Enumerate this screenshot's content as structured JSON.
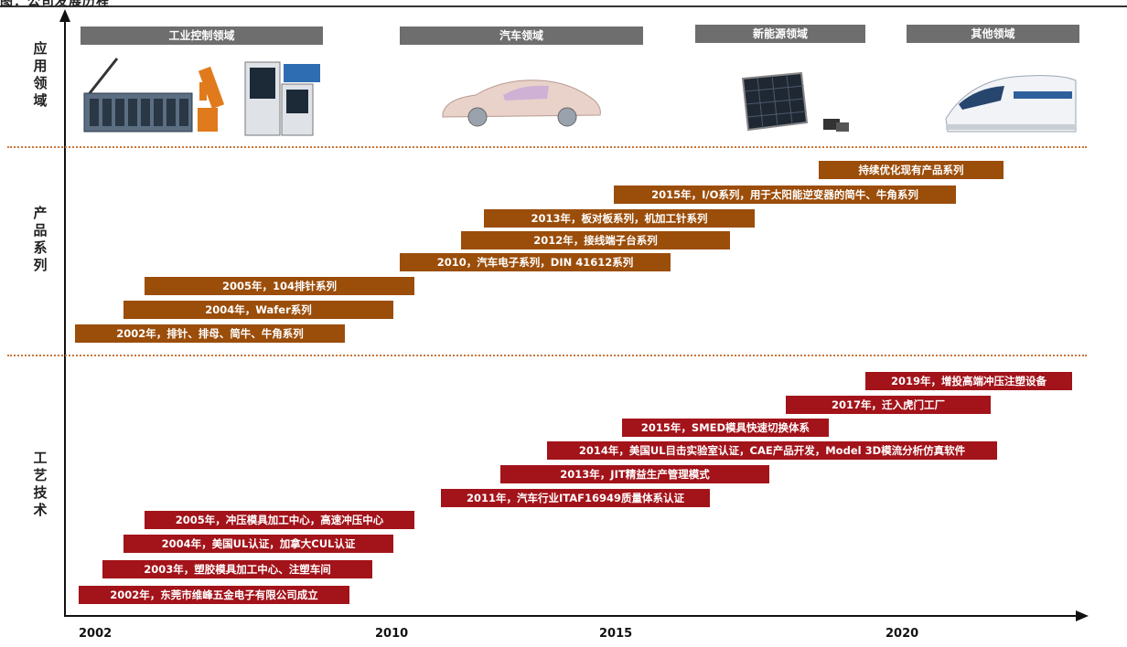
{
  "figure_title": "图：公司发展历程",
  "sections": {
    "application": "应用领域",
    "product": "产品系列",
    "technology": "工艺技术"
  },
  "application_banners": [
    "工业控制领域",
    "汽车领域",
    "新能源领域",
    "其他领域"
  ],
  "product_series": [
    "持续优化现有产品系列",
    "2015年，I/O系列，用于太阳能逆变器的简牛、牛角系列",
    "2013年，板对板系列，机加工针系列",
    "2012年，接线端子台系列",
    "2010，汽车电子系列，DIN 41612系列",
    "2005年，104排针系列",
    "2004年，Wafer系列",
    "2002年，排针、排母、简牛、牛角系列"
  ],
  "tech_milestones": [
    "2019年，增投高端冲压注塑设备",
    "2017年，迁入虎门工厂",
    "2015年，SMED模具快速切换体系",
    "2014年，美国UL目击实验室认证，CAE产品开发，Model 3D模流分析仿真软件",
    "2013年，JIT精益生产管理模式",
    "2011年，汽车行业ITAF16949质量体系认证",
    "2005年，冲压模具加工中心，高速冲压中心",
    "2004年，美国UL认证，加拿大CUL认证",
    "2003年，塑胶模具加工中心、注塑车间",
    "2002年，东莞市维峰五金电子有限公司成立"
  ],
  "years": [
    "2002",
    "2010",
    "2015",
    "2020"
  ],
  "colors": {
    "product_bar": "#9b4d0a",
    "tech_bar": "#a3131a",
    "banner": "#6e6e6e",
    "divider": "#c8763a"
  },
  "illustrations": [
    "industrial-control-equipment",
    "electric-car",
    "solar-panel",
    "high-speed-train"
  ]
}
